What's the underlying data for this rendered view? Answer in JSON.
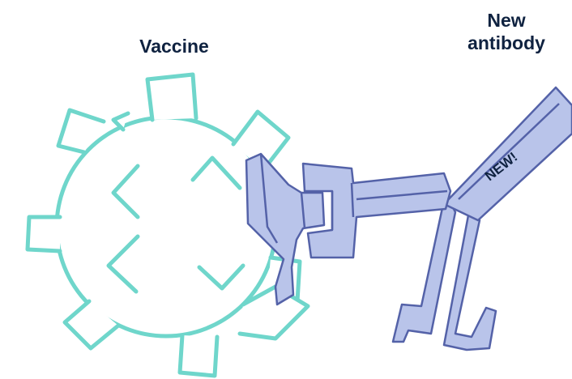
{
  "labels": {
    "vaccine": "Vaccine",
    "antibody_line1": "New",
    "antibody_line2": "antibody",
    "new_badge": "NEW!"
  },
  "colors": {
    "virus_outline": "#6fd6cb",
    "antibody_fill": "#b9c4ea",
    "antibody_stroke": "#5462a8",
    "text": "#0f2240"
  },
  "icons": {
    "virus": "virus-outline-icon",
    "antibody": "y-shaped-antibody-icon"
  }
}
